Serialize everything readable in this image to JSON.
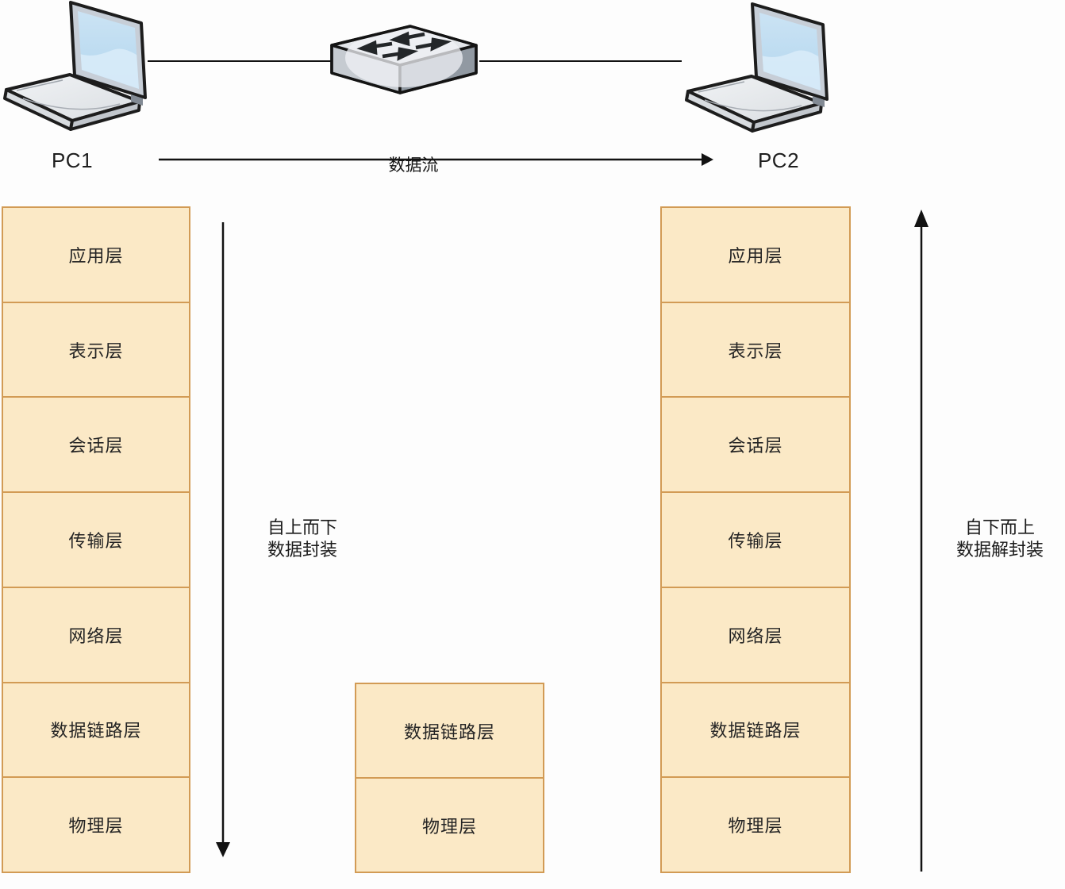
{
  "topology": {
    "pc1_label": "PC1",
    "pc2_label": "PC2",
    "dataflow_label": "数据流",
    "icons": {
      "pc1": "laptop-icon",
      "pc2": "laptop-icon",
      "center": "switch-icon"
    }
  },
  "stacks": {
    "pc1": {
      "layers": [
        "应用层",
        "表示层",
        "会话层",
        "传输层",
        "网络层",
        "数据链路层",
        "物理层"
      ]
    },
    "switch": {
      "layers": [
        "数据链路层",
        "物理层"
      ]
    },
    "pc2": {
      "layers": [
        "应用层",
        "表示层",
        "会话层",
        "传输层",
        "网络层",
        "数据链路层",
        "物理层"
      ]
    }
  },
  "annotations": {
    "encapsulation": {
      "line1": "自上而下",
      "line2": "数据封装"
    },
    "decapsulation": {
      "line1": "自下而上",
      "line2": "数据解封装"
    }
  },
  "colors": {
    "layer_fill": "#FBE9C6",
    "layer_border": "#D29B55",
    "arrow": "#121212"
  }
}
